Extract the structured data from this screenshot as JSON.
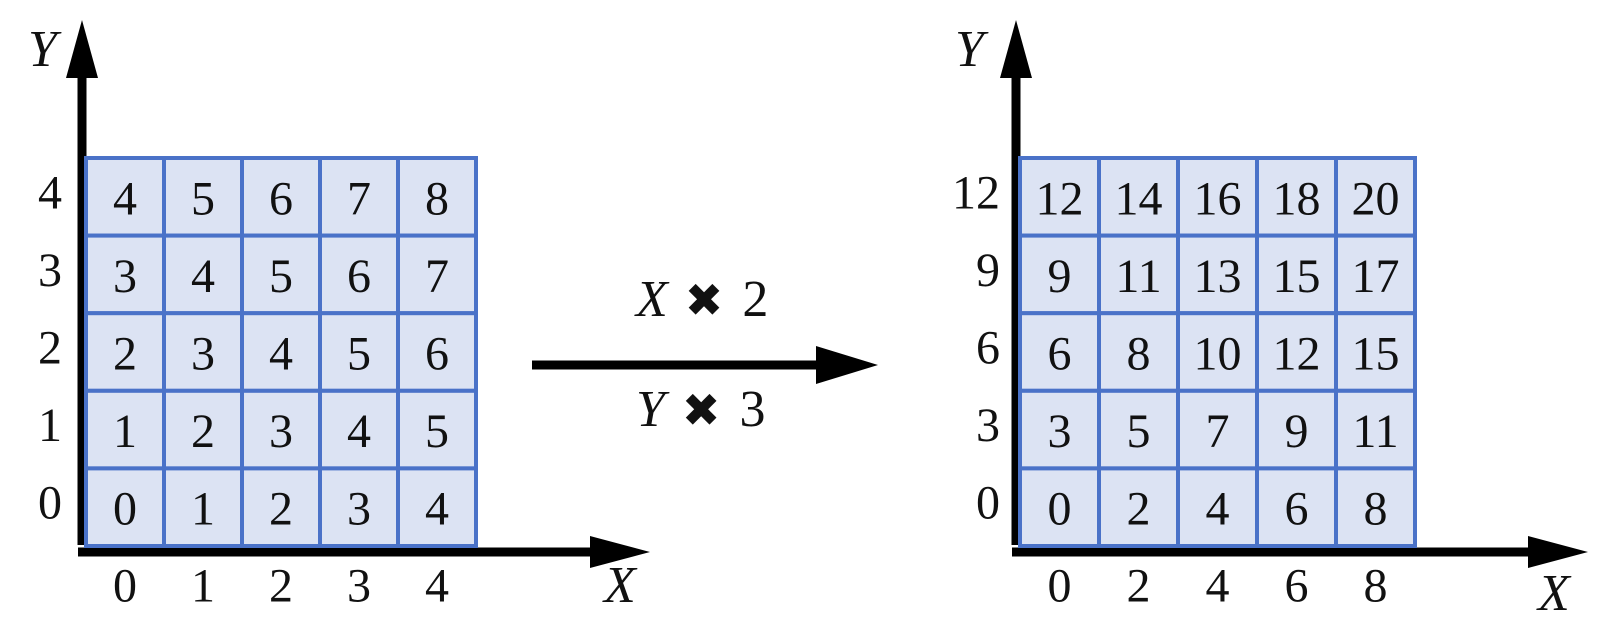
{
  "left": {
    "x_axis_label": "X",
    "y_axis_label": "Y",
    "x_ticks": [
      "0",
      "1",
      "2",
      "3",
      "4"
    ],
    "y_ticks": [
      "0",
      "1",
      "2",
      "3",
      "4"
    ],
    "grid_rows_top_to_bottom": [
      [
        "4",
        "5",
        "6",
        "7",
        "8"
      ],
      [
        "3",
        "4",
        "5",
        "6",
        "7"
      ],
      [
        "2",
        "3",
        "4",
        "5",
        "6"
      ],
      [
        "1",
        "2",
        "3",
        "4",
        "5"
      ],
      [
        "0",
        "1",
        "2",
        "3",
        "4"
      ]
    ]
  },
  "transform": {
    "x_var": "X",
    "x_factor": "2",
    "y_var": "Y",
    "y_factor": "3",
    "times_symbol": "✖"
  },
  "right": {
    "x_axis_label": "X",
    "y_axis_label": "Y",
    "x_ticks": [
      "0",
      "2",
      "4",
      "6",
      "8"
    ],
    "y_ticks": [
      "0",
      "3",
      "6",
      "9",
      "12"
    ],
    "grid_rows_top_to_bottom": [
      [
        "12",
        "14",
        "16",
        "18",
        "20"
      ],
      [
        "9",
        "11",
        "13",
        "15",
        "17"
      ],
      [
        "6",
        "8",
        "10",
        "12",
        "15"
      ],
      [
        "3",
        "5",
        "7",
        "9",
        "11"
      ],
      [
        "0",
        "2",
        "4",
        "6",
        "8"
      ]
    ]
  },
  "colors": {
    "cell_fill": "#dce3f3",
    "cell_border": "#4a72c8",
    "axis": "#000000"
  }
}
